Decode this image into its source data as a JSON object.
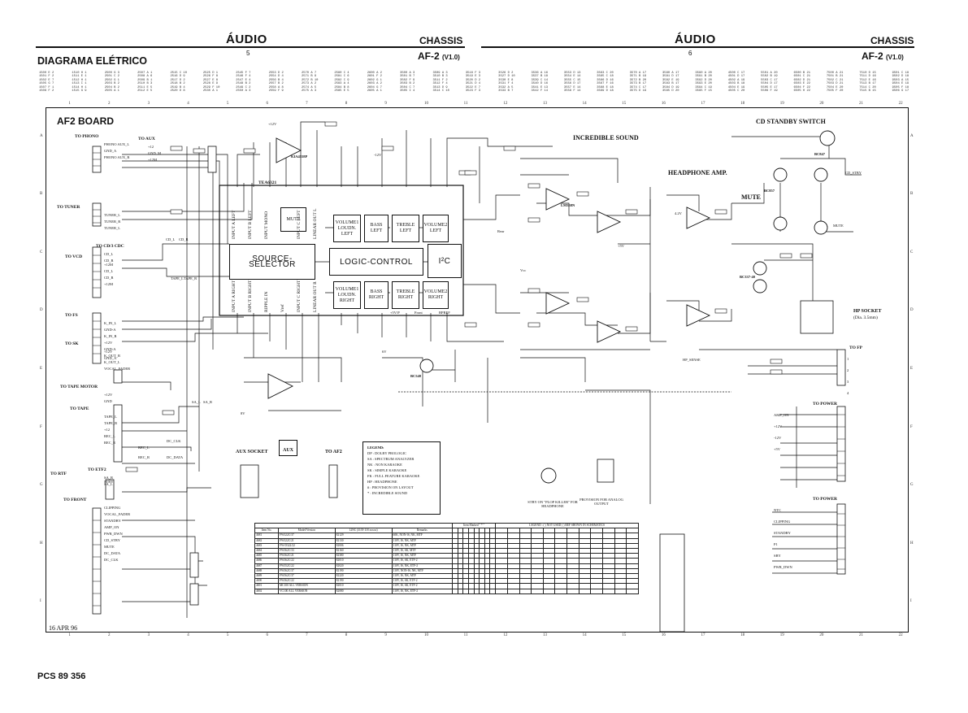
{
  "header": {
    "left": {
      "audio": "ÁUDIO",
      "chassis": "CHASSIS",
      "page": "5",
      "model": "AF-2",
      "version": "(V1.0)"
    },
    "right": {
      "audio": "ÁUDIO",
      "chassis": "CHASSIS",
      "page": "6",
      "model": "AF-2",
      "version": "(V1.0)"
    },
    "doc_title": "DIAGRAMA ELÉTRICO"
  },
  "board": {
    "title": "AF2 BOARD"
  },
  "grid": {
    "columns": [
      "1",
      "2",
      "3",
      "4",
      "5",
      "6",
      "7",
      "8",
      "9",
      "10",
      "11",
      "12",
      "13",
      "14",
      "15",
      "16",
      "17",
      "18",
      "19",
      "20",
      "21",
      "22"
    ],
    "rows": [
      "A",
      "B",
      "C",
      "D",
      "E",
      "F",
      "G",
      "H",
      "I"
    ]
  },
  "reference_columns": [
    "1500 E 2\n1501 F 2\n1502 E 7\n1505 G 7\n1507 F 1\n1508 F 2",
    "1510 H 1\n1511 E 1\n1512 H 1\n1513 I 1\n1514 H 1\n1515 G 9",
    "2500 G 3\n2501 C 2\n2502 G 1\n2503 B 2\n2504 B 2\n2505 A 1",
    "2507 A 1\n2508 A 6\n2509 B 1\n2510 B 3\n2511 E 5\n2512 E 5",
    "2515 C 10\n2516 D 9\n2517 D 2\n2518 B 2\n2519 B 4\n2520 D 8",
    "2525 D 1\n2526 F 8\n2527 E 8\n2528 E 9\n2529 F 10\n2530 A 1",
    "2545 F 7\n2546 F 4\n2547 E 4\n2548 B 2\n2549 C 2\n2550 A 3",
    "2553 D 2\n2554 D 4\n2556 B 4\n2557 B 2\n2558 A 8\n2559 F 9",
    "2570 A 7\n2571 B 9\n2572 B 10\n2573 A 2\n2574 A 5\n2575 A 3",
    "2580 C 4\n2581 C 6\n2582 C 9\n2583 A 4\n2584 B 8\n2585 E 5",
    "2600 A 2\n2601 F 2\n2602 G 1\n2603 A 2\n2604 G 7\n2605 A 1",
    "3500 A 3\n3501 B 7\n3502 F 9\n3503 B 2\n3504 C 7\n3505 I 4",
    "3509 A 3\n3510 B 3\n3511 F 2\n3512 F 4\n3513 D 9\n3514 C 10",
    "3518 F 3\n3519 E 3\n3520 D 2\n3521 D 4\n3522 E 7\n3523 F 3",
    "3526 D 2\n3527 D 10\n3530 E 8\n3531 F 4\n3532 A 5\n3533 B 7",
    "3536 A 16\n3537 B 18\n3539 C 14\n3540 D 16\n3541 E 13\n3542 F 14",
    "3553 D 13\n3554 E 14\n3555 C 15\n3556 D 17\n3557 E 14\n3558 F 14",
    "3563 C 20\n3565 C 18\n3566 D 16\n3567 F 16\n3568 E 18\n3569 D 18",
    "3570 A 17\n3571 B 19\n3572 B 20\n3573 B 17\n3574 C 17\n3575 D 19",
    "3580 A 17\n3581 D 17\n3582 E 19\n3583 B 17\n3584 D 19\n3585 D 20",
    "3590 A 20\n3591 B 20\n3592 D 20\n3593 E 20\n3594 C 19\n3595 F 15",
    "4500 C 17\n4501 D 17\n4502 A 19\n4503 B 18\n4504 E 19\n4505 C 20",
    "5501 A 20\n5502 B 19\n5503 C 17\n5504 D 17\n5505 E 17\n5506 F 19",
    "6500 B 21\n6501 C 21\n6502 D 21\n6503 E 22\n6504 F 22\n6505 H 22",
    "7500 A 21\n7501 B 21\n7502 C 21\n7503 D 21\n7504 E 20\n7505 F 20",
    "7510 D 15\n7511 D 16\n7512 E 16\n7513 B 17\n7514 C 20\n7515 B 15",
    "9501 C 18\n9502 D 18\n9503 A 15\n9504 E 19\n9505 F 18\n9506 G 17"
  ],
  "sections": {
    "incredible_sound": "INCREDIBLE SOUND",
    "headphone_amp": "HEADPHONE AMP.",
    "cd_standby_switch": "CD STANDBY SWITCH",
    "mute": "MUTE",
    "hp_socket": "HP SOCKET",
    "hp_socket_size": "(Dia. 3.5mm)",
    "aux_socket": "AUX SOCKET",
    "aux": "AUX",
    "to_af2": "TO AF2"
  },
  "blocks": {
    "source_selector": "SOURCE-SELECTOR",
    "logic_control": "LOGIC-CONTROL",
    "i2c": "I²C",
    "mute": "MUTE",
    "ic_name": "TEA6321",
    "vol_left": "VOLUME1 LOUDN. LEFT",
    "bass_left": "BASS LEFT",
    "treble_left": "TREBLE LEFT",
    "vol2_left": "VOLUME2 LEFT",
    "vol_right": "VOLUME1 LOUDN. RIGHT",
    "bass_right": "BASS RIGHT",
    "treble_right": "TREBLE RIGHT",
    "vol2_right": "VOLUME2 RIGHT",
    "inputs_top": [
      "INPUT A LEFT",
      "INPUT B LEFT",
      "INPUT MONO",
      "INPUT C LEFT",
      "LINEAR OUT L"
    ],
    "inputs_bottom": [
      "INPUT A RIGHT",
      "INPUT B RIGHT",
      "RIPPLE IN",
      "Vref",
      "INPUT C RIGHT",
      "LINEAR OUT R"
    ]
  },
  "connectors_left": [
    {
      "title": "TO PHONO",
      "pins": [
        "PHONO AUX_L",
        "GND_A",
        "PHONO AUX_R"
      ]
    },
    {
      "title": "TO AUX",
      "pins": [
        "+12",
        "GND_M",
        "+12M"
      ]
    },
    {
      "title": "TO TUNER",
      "pins": [
        "TUNER_L",
        "TUNER_R",
        "TUNER_L"
      ]
    },
    {
      "title": "TO CD/3 CDC",
      "pins": [
        "CD_L",
        "CD_R"
      ]
    },
    {
      "title": "TO VCD",
      "pins": [
        "+12M",
        "CD_L",
        "CD_R",
        "+12M"
      ]
    },
    {
      "title": "TO FS",
      "pins": [
        "K_IN_L",
        "GND-A",
        "K_IN_R",
        "+12V",
        "GND-A",
        "K_OUT_R",
        "K_OUT_L",
        "VOCAL_FADER"
      ]
    },
    {
      "title": "TO SK",
      "pins": [
        "+12V",
        "GND_A"
      ]
    },
    {
      "title": "TO TAPE MOTOR",
      "pins": [
        "+12V",
        "GND"
      ]
    },
    {
      "title": "TO TAPE",
      "pins": [
        "TAPE_L",
        "TAPE_R",
        "+12",
        "REC_L",
        "REC_R"
      ]
    },
    {
      "title": "TO RTF",
      "pins": [
        "STBY"
      ]
    },
    {
      "title": "TO ETF2",
      "pins": [
        "SA_R",
        "SA_L"
      ]
    },
    {
      "title": "TO FRONT",
      "pins": [
        "CLIPPING",
        "VOCAL_FADER",
        "STANDBY",
        "AMP_ON",
        "PWR_DWN",
        "CD_STBY",
        "MUTE",
        "DC_DATA",
        "DC_CLK"
      ]
    }
  ],
  "connectors_right": [
    {
      "title": "TO POWER",
      "pins": [
        "AMP_ON",
        "+12V",
        "-12V",
        "+5V"
      ]
    },
    {
      "title": "TO POWER",
      "pins": [
        "NTC",
        "CLIPPING",
        "STANDBY",
        "P1",
        "SBY",
        "PWR_DWN"
      ]
    },
    {
      "title": "TO FP",
      "pins": [
        "1",
        "2",
        "3",
        "4"
      ]
    }
  ],
  "signal_labels": [
    "CD_L",
    "CD_R",
    "TAPE_L",
    "TAPE_R",
    "SA_L",
    "SA_R",
    "REC_L",
    "REC_R",
    "DC_CLK",
    "DC_DATA",
    "HP_SENSE",
    "CD_STBY",
    "MUTE",
    "+12V",
    "-12V",
    "+5V",
    "+5V/P",
    "BPREF",
    "Front",
    "Rear",
    "Vcc",
    "8V",
    "6V",
    "4.2V"
  ],
  "ic_labels": [
    "LM358N",
    "KIA4558P",
    "BC847",
    "BC857",
    "BC337-40",
    "BC548"
  ],
  "legend": {
    "title": "LEGEND:",
    "items": [
      "DP : DOLBY PROLOGIC",
      "SA : SPECTRUM ANALYZER",
      "NK : NON KARAOKE",
      "SK : SIMPLE KARAOKE",
      "FK : FULL FEATURE KARAOKE",
      "HP : HEADPHONE",
      "# : PROVISION ON LAYOUT",
      "* : INCREDIBLE SOUND"
    ]
  },
  "notes": {
    "stby_on": "STBY ON \"PLOP KILLER\" FOR HEADPHONE",
    "provision_analog": "PROVISION FOR ANALOG OUTPUT"
  },
  "version_table": {
    "header_left": [
      "Item No.",
      "Model/Version",
      "12NC (3139 118 xxxxx)",
      "Remarks"
    ],
    "header_mid": "Item Marked \" * \"",
    "header_right": "LEGEND : ( ) NOT USED ( ) REF SHOWN IN SCHEMATICS",
    "rows": [
      [
        "4681",
        "FW322C/37",
        "82129",
        "60K, NON-IS, NK, MTF"
      ],
      [
        "4682",
        "FW322C/21",
        "82130",
        "110V, IS, NK, MTF"
      ],
      [
        "4683",
        "FW-D322/22",
        "82006",
        "110V, IS, NK, MTF"
      ],
      [
        "4684",
        "FW362C/33",
        "82160",
        "110V, IS, SK, MTF"
      ],
      [
        "4685",
        "FW362C/21",
        "82380",
        "110V, IS, NK, MTF"
      ],
      [
        "4686",
        "FW362C/22",
        "82010",
        "110V, IS, SK, ETF-2"
      ],
      [
        "4687",
        "FW352C/22",
        "82020",
        "110V, IS, NK, ETF-2"
      ],
      [
        "4688",
        "FW362C/37",
        "82190",
        "110V, NON-IS, NK, MTF"
      ],
      [
        "4689",
        "FW562C/37",
        "82220",
        "110V, IS, NK, MTF"
      ],
      [
        "4690",
        "FW362C/22",
        "82190",
        "110V, IS, SK, ETF-2"
      ],
      [
        "4691",
        "MC100 ALL VERSION",
        "82010",
        "110V, IS, SK, ETF-2"
      ],
      [
        "4692",
        "VC100 ALL VERSION",
        "82080",
        "110V, IS, NK, ETF-2"
      ]
    ]
  },
  "date": "16 APR 96",
  "footer_code": "PCS 89 356"
}
